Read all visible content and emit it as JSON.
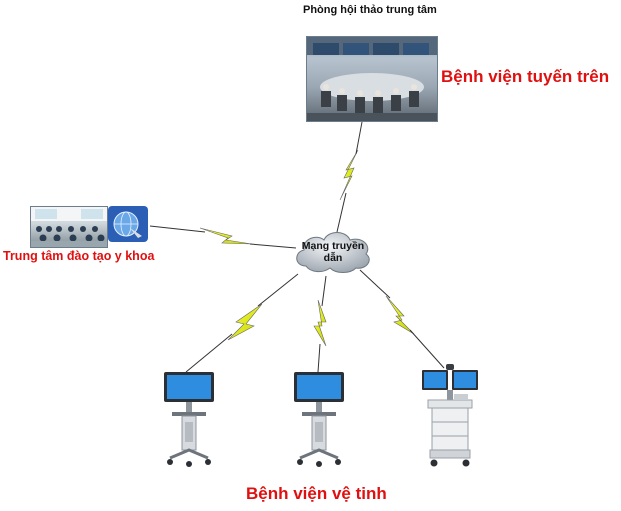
{
  "central_room": {
    "title": "Phòng hội thảo trung tâm"
  },
  "upper_hospital": {
    "label": "Bệnh viện tuyến trên"
  },
  "training_center": {
    "label": "Trung tâm đào tạo y khoa"
  },
  "network": {
    "label": "Mạng truyền dẫn"
  },
  "satellite_hospitals": {
    "label": "Bệnh viện vệ tinh"
  },
  "colors": {
    "label_red": "#e01010",
    "link_yellow": "#e8f000",
    "cloud": "#9aa3ad"
  },
  "icons": [
    "conference-room-photo",
    "classroom-photo",
    "globe-icon",
    "network-cloud-icon",
    "telemedicine-cart-icon",
    "dual-monitor-cart-icon"
  ]
}
